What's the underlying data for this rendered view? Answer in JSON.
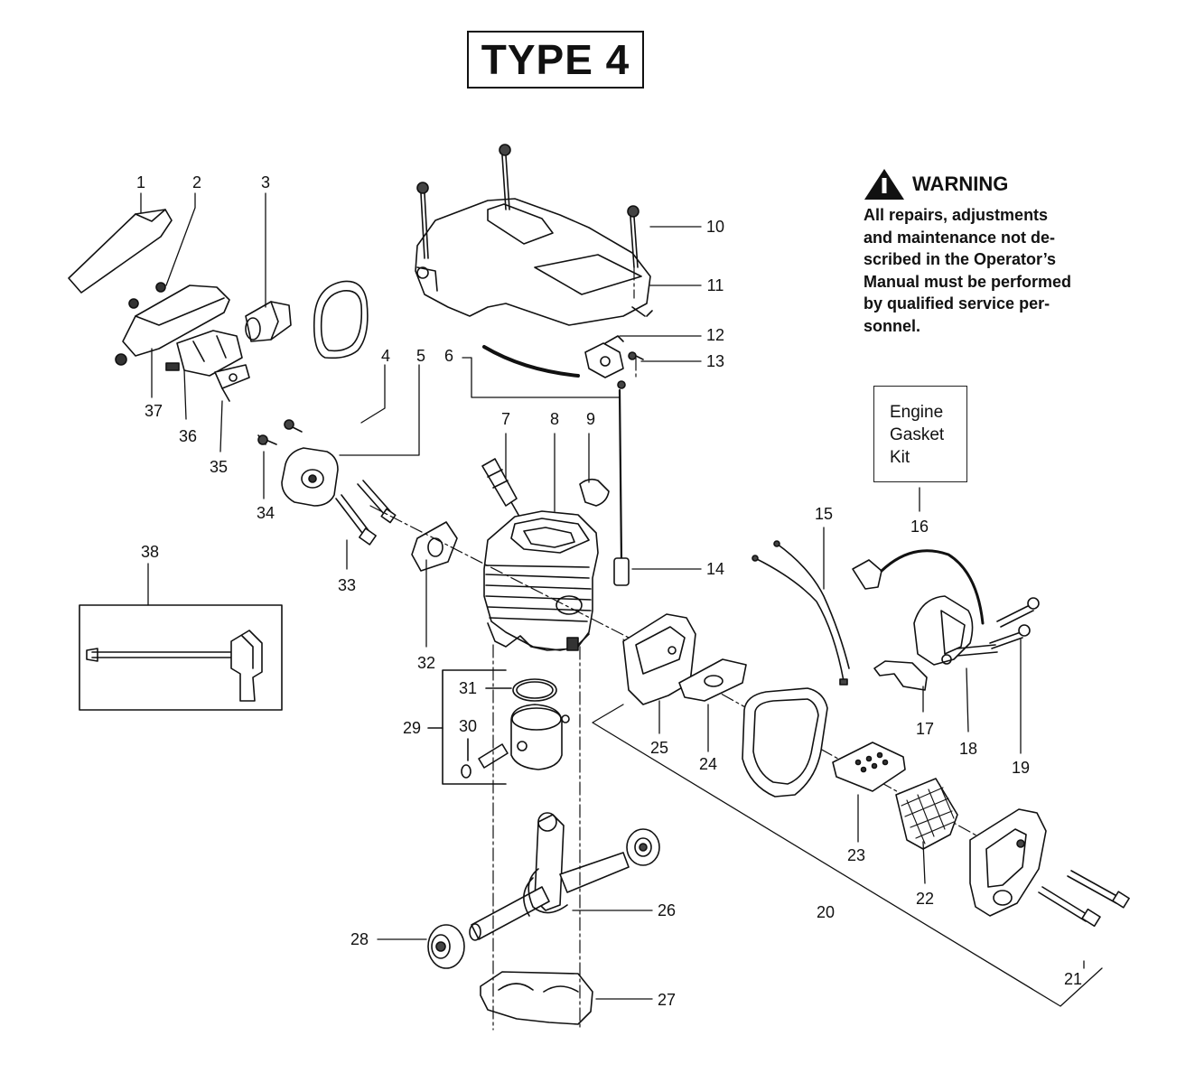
{
  "title": "TYPE 4",
  "warning": {
    "heading": "WARNING",
    "lines": [
      "All repairs, adjustments",
      "and maintenance not de-",
      "scribed in the Operator’s",
      "Manual must be performed",
      "by qualified service per-",
      "sonnel."
    ]
  },
  "kit_box": {
    "lines": [
      "Engine",
      "Gasket",
      "Kit"
    ]
  },
  "callouts": [
    "1",
    "2",
    "3",
    "4",
    "5",
    "6",
    "7",
    "8",
    "9",
    "10",
    "11",
    "12",
    "13",
    "14",
    "15",
    "16",
    "17",
    "18",
    "19",
    "20",
    "21",
    "22",
    "23",
    "24",
    "25",
    "26",
    "27",
    "28",
    "29",
    "30",
    "31",
    "32",
    "33",
    "34",
    "35",
    "36",
    "37",
    "38"
  ],
  "icons": {
    "warning": "warning-triangle-icon"
  }
}
